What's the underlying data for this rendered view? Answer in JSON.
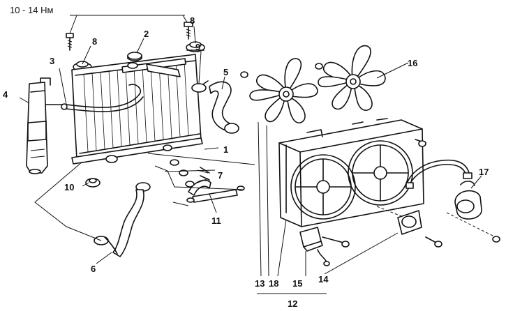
{
  "torque_note": "10 - 14 Нм",
  "callouts": {
    "c1": "1",
    "c2": "2",
    "c3": "3",
    "c4": "4",
    "c5": "5",
    "c6": "6",
    "c7": "7",
    "c8a": "8",
    "c8b": "8",
    "c9": "9",
    "c10": "10",
    "c11": "11",
    "c12": "12",
    "c13": "13",
    "c14": "14",
    "c15": "15",
    "c16": "16",
    "c17": "17",
    "c18": "18"
  }
}
